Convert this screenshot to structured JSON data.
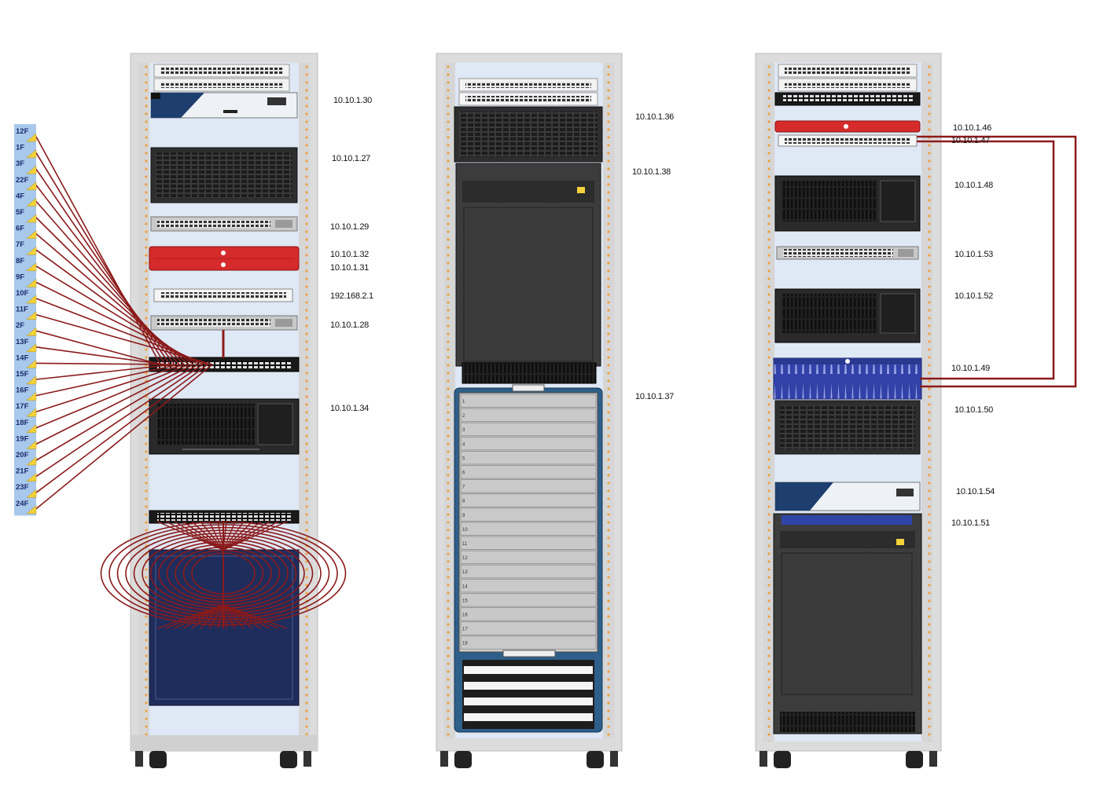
{
  "left_rack": {
    "ip_labels": [
      "10.10.1.30",
      "10.10.1.27",
      "10.10.1.29",
      "10.10.1.32",
      "10.10.1.31",
      "192.168.2.1",
      "10.10.1.28",
      "10.10.1.34"
    ]
  },
  "middle_rack": {
    "ip_labels": [
      "10.10.1.36",
      "10.10.1.38",
      "10.10.1.37"
    ],
    "blade_slot_numbers": [
      "1",
      "2",
      "3",
      "4",
      "5",
      "6",
      "7",
      "8",
      "9",
      "10",
      "11",
      "12",
      "13",
      "14",
      "15",
      "16",
      "17",
      "18"
    ]
  },
  "right_rack": {
    "ip_labels": [
      "10.10.1.46",
      "10.10.1.47",
      "10.10.1.48",
      "10.10.1.53",
      "10.10.1.52",
      "10.10.1.49",
      "10.10.1.50",
      "10.10.1.54",
      "10.10.1.51"
    ]
  },
  "patch_panel_ports": [
    "12F",
    "1F",
    "3F",
    "22F",
    "4F",
    "5F",
    "6F",
    "7F",
    "8F",
    "9F",
    "10F",
    "11F",
    "2F",
    "13F",
    "14F",
    "15F",
    "16F",
    "17F",
    "18F",
    "19F",
    "20F",
    "21F",
    "23F",
    "24F"
  ],
  "colors": {
    "rack_frame": "#dcdcdc",
    "rack_rail": "#cfcfcf",
    "rail_dots": "#f0a040",
    "rack_inner": "#dfe8f5",
    "cable": "#8b1a1a",
    "firewall_red": "#d62b2b",
    "server_dark": "#2b2b2b",
    "port_panel_blue": "#a8c8ec",
    "port_triangle": "#f3d23a",
    "navy_unit": "#1f2d5c",
    "blue_switch": "#3342a8"
  }
}
